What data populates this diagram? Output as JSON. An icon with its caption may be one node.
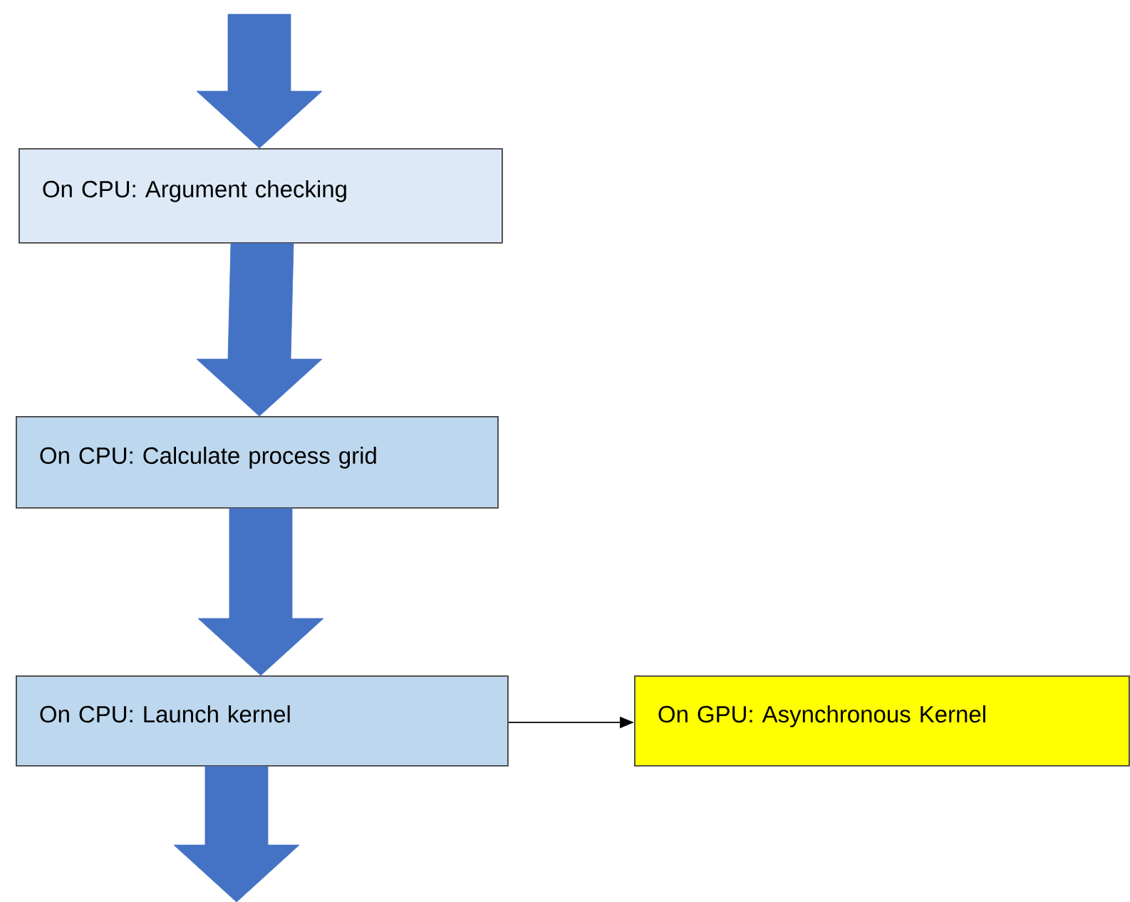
{
  "diagram": {
    "nodes": [
      {
        "text": [
          "On CPU: Argument checking"
        ]
      },
      {
        "text": [
          "On CPU: Calculate process grid"
        ]
      },
      {
        "text": [
          "On CPU: Launch kernel"
        ]
      },
      {
        "text": [
          "On GPU: Asynchronous Kernel"
        ]
      }
    ],
    "edges": [
      {
        "from": null,
        "to": 0,
        "arrow": "to",
        "style": "thick"
      },
      {
        "from": 0,
        "to": 1,
        "arrow": "to",
        "style": "thick"
      },
      {
        "from": 1,
        "to": 2,
        "arrow": "to",
        "style": "thick"
      },
      {
        "from": 2,
        "to": 3,
        "arrow": "to",
        "color": "#000000"
      },
      {
        "from": 2,
        "to": null,
        "arrow": "to",
        "style": "thick"
      }
    ]
  }
}
